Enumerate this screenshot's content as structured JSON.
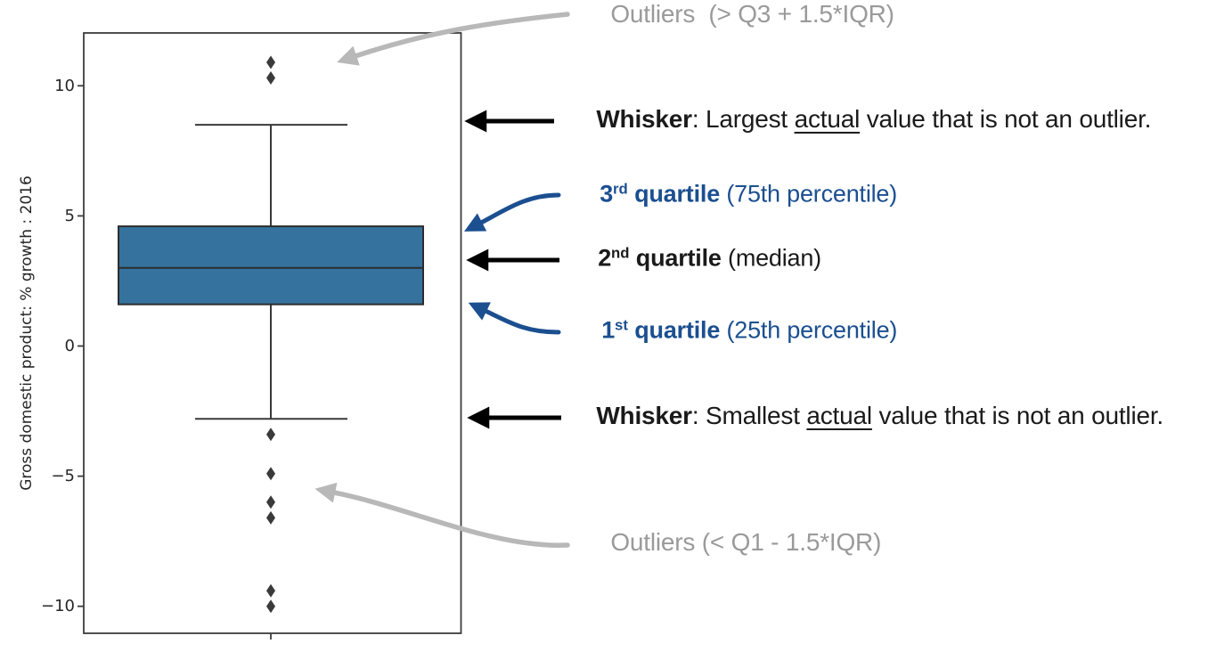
{
  "annotations": {
    "outliers_top": {
      "text": "Outliers  (> Q3 + 1.5*IQR)"
    },
    "whisker_top": {
      "bold": "Whisker",
      "pre": ": Largest ",
      "underline": "actual",
      "post": " value that is not an outlier."
    },
    "q3": {
      "num": "3",
      "sup": "rd",
      "bold": " quartile",
      "rest": " (75th percentile)"
    },
    "q2": {
      "num": "2",
      "sup": "nd",
      "bold": " quartile",
      "rest": " (median)"
    },
    "q1": {
      "num": "1",
      "sup": "st",
      "bold": " quartile",
      "rest": " (25th percentile)"
    },
    "whisker_bottom": {
      "bold": "Whisker",
      "pre": ": Smallest ",
      "underline": "actual",
      "post": " value that is not an outlier."
    },
    "outliers_bottom": {
      "text": "Outliers (< Q1 - 1.5*IQR)"
    }
  },
  "colors": {
    "blue": "#1B4F90",
    "black_text": "#1a1a1a",
    "black_arrow": "#000000",
    "gray_text": "#9a9a9a",
    "gray_arrow": "#b8b8b8",
    "box_fill": "#35739e",
    "box_edge": "#2d2d2d",
    "whisker": "#3a3a3a",
    "outlier": "#3a3a3a",
    "frame": "#3c3c3c",
    "tick_text": "#262626"
  },
  "chart_data": {
    "type": "box",
    "title": "",
    "xlabel": "",
    "ylabel": "Gross domestic product: % growth : 2016",
    "ylim": [
      -11,
      12
    ],
    "grid": false,
    "legend": false,
    "yticks": [
      10,
      5,
      0,
      -5,
      -10
    ],
    "ytick_labels": [
      "10",
      "5",
      "0",
      "−5",
      "−10"
    ],
    "series": [
      {
        "name": "GDP % growth 2016",
        "q1": 1.6,
        "median": 3.0,
        "q3": 4.6,
        "whisker_low": -2.8,
        "whisker_high": 8.5,
        "outliers_high": [
          10.9,
          10.3
        ],
        "outliers_low": [
          -3.4,
          -4.9,
          -6.0,
          -6.6,
          -9.4,
          -10.0
        ]
      }
    ]
  }
}
